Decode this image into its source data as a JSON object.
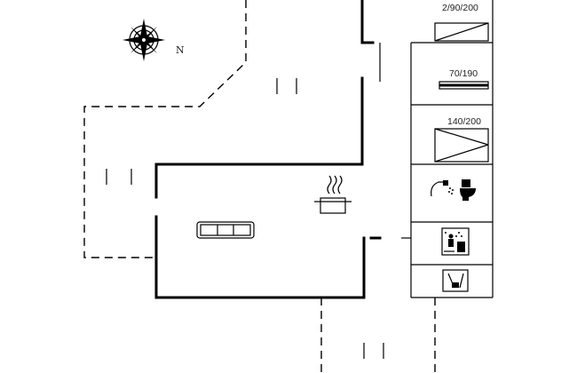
{
  "compass": {
    "north_label": "N",
    "icon": "compass-rose-icon"
  },
  "rooms": {
    "bedroom_1": {
      "bed_label": "2/90/200",
      "icon": "bunk-bed-icon"
    },
    "bedroom_2": {
      "bed_label": "70/190",
      "icon": "single-bed-icon"
    },
    "bedroom_3": {
      "bed_label": "140/200",
      "icon": "double-bed-icon"
    },
    "bathroom": {
      "icons": [
        "shower-icon",
        "toilet-icon"
      ]
    },
    "sauna": {
      "icon": "sauna-icon"
    },
    "utility": {
      "icon": "vacuum-cleaner-icon"
    },
    "living": {
      "icons": [
        "cooking-pot-icon",
        "sofa-icon"
      ]
    }
  },
  "colors": {
    "walls": "#000000",
    "background": "#ffffff"
  }
}
